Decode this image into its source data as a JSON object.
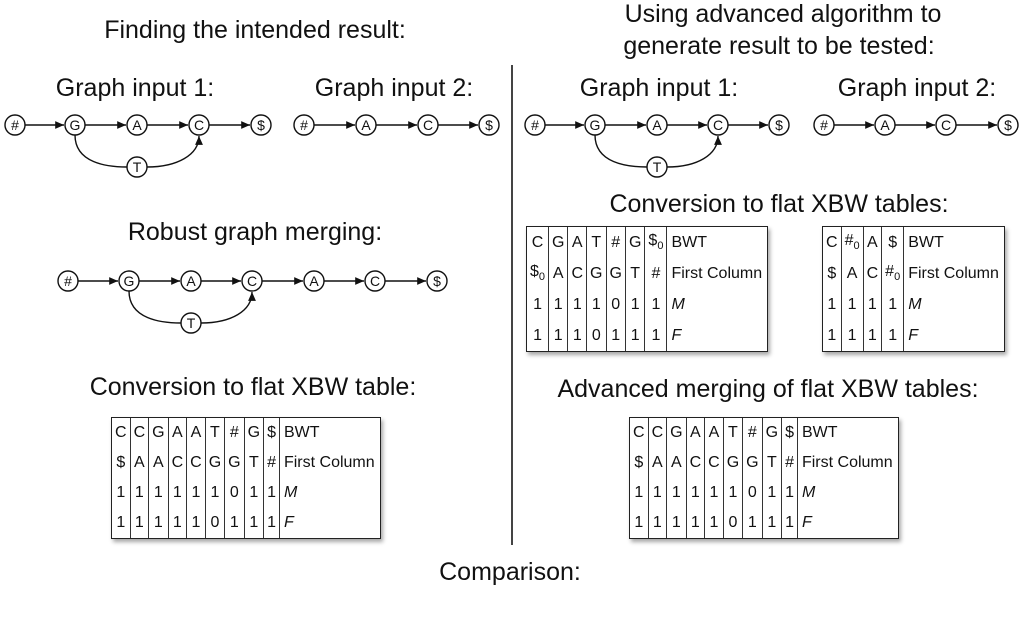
{
  "left": {
    "title": "Finding the intended result:",
    "graph1_label": "Graph input 1:",
    "graph2_label": "Graph input 2:",
    "merging_title": "Robust graph merging:",
    "conversion_title": "Conversion to flat XBW table:"
  },
  "right": {
    "title_line1": "Using advanced algorithm to",
    "title_line2": "generate result to be tested:",
    "graph1_label": "Graph input 1:",
    "graph2_label": "Graph input 2:",
    "conversion_title": "Conversion to flat XBW tables:",
    "merging_title": "Advanced merging of flat XBW tables:"
  },
  "footer": {
    "comparison": "Comparison:"
  },
  "graphs": {
    "input1": {
      "nodes": [
        "#",
        "G",
        "A",
        "C",
        "$"
      ],
      "branch": "T"
    },
    "input2": {
      "nodes": [
        "#",
        "A",
        "C",
        "$"
      ]
    },
    "merged": {
      "nodes": [
        "#",
        "G",
        "A",
        "C",
        "A",
        "C",
        "$"
      ],
      "branch": "T"
    }
  },
  "tables": {
    "merged": {
      "rows": [
        {
          "cells": [
            "C",
            "C",
            "G",
            "A",
            "A",
            "T",
            "#",
            "G",
            "$"
          ],
          "label": "BWT",
          "italic": false
        },
        {
          "cells": [
            "$",
            "A",
            "A",
            "C",
            "C",
            "G",
            "G",
            "T",
            "#"
          ],
          "label": "First Column",
          "italic": false
        },
        {
          "cells": [
            "1",
            "1",
            "1",
            "1",
            "1",
            "1",
            "0",
            "1",
            "1"
          ],
          "label": "M",
          "italic": true
        },
        {
          "cells": [
            "1",
            "1",
            "1",
            "1",
            "1",
            "0",
            "1",
            "1",
            "1"
          ],
          "label": "F",
          "italic": true
        }
      ]
    },
    "input1": {
      "rows": [
        {
          "cells": [
            "C",
            "G",
            "A",
            "T",
            "#",
            "G",
            "$|0"
          ],
          "label": "BWT",
          "italic": false
        },
        {
          "cells": [
            "$|0",
            "A",
            "C",
            "G",
            "G",
            "T",
            "#"
          ],
          "label": "First Column",
          "italic": false
        },
        {
          "cells": [
            "1",
            "1",
            "1",
            "1",
            "0",
            "1",
            "1"
          ],
          "label": "M",
          "italic": true
        },
        {
          "cells": [
            "1",
            "1",
            "1",
            "0",
            "1",
            "1",
            "1"
          ],
          "label": "F",
          "italic": true
        }
      ]
    },
    "input2": {
      "rows": [
        {
          "cells": [
            "C",
            "#|0",
            "A",
            "$"
          ],
          "label": "BWT",
          "italic": false
        },
        {
          "cells": [
            "$",
            "A",
            "C",
            "#|0"
          ],
          "label": "First Column",
          "italic": false
        },
        {
          "cells": [
            "1",
            "1",
            "1",
            "1"
          ],
          "label": "M",
          "italic": true
        },
        {
          "cells": [
            "1",
            "1",
            "1",
            "1"
          ],
          "label": "F",
          "italic": true
        }
      ]
    }
  }
}
